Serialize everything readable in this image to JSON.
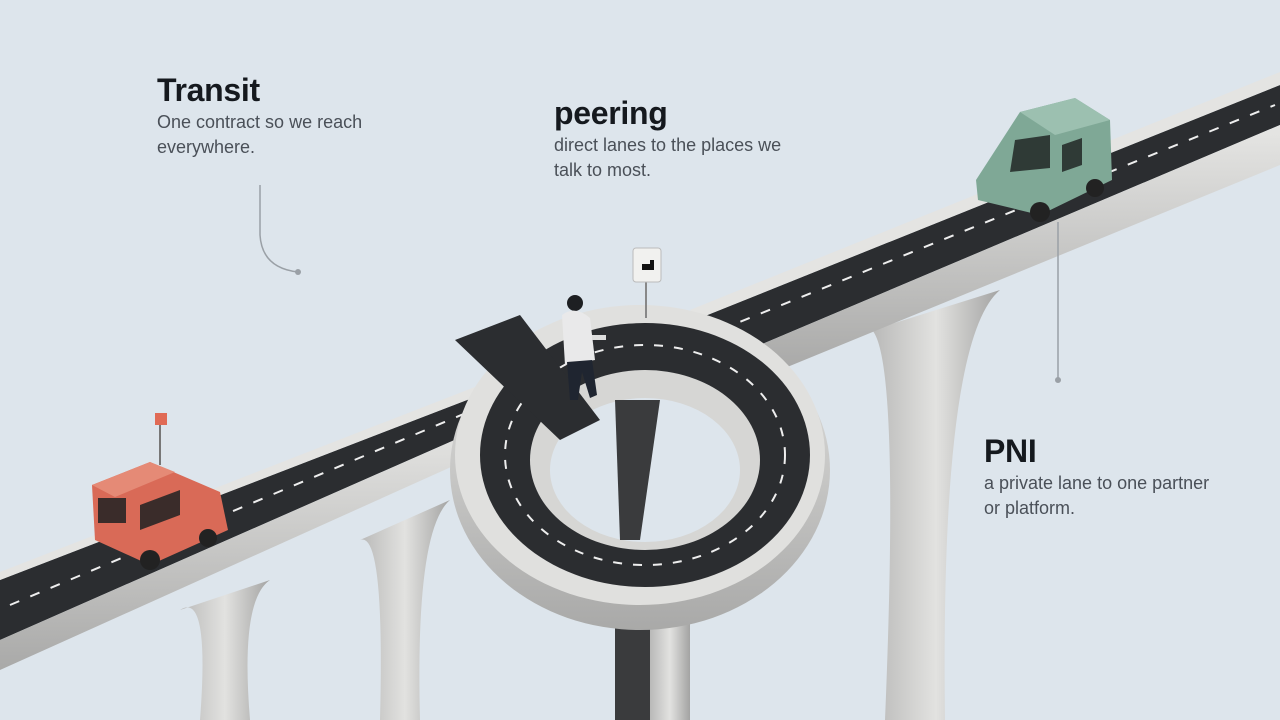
{
  "labels": {
    "transit": {
      "title": "Transit",
      "description": "One contract so we reach everywhere."
    },
    "peering": {
      "title": "peering",
      "description": "direct lanes to the places we talk to most."
    },
    "pni": {
      "title": "PNI",
      "description": "a private lane to one partner or platform."
    }
  },
  "colors": {
    "background": "#dde5ec",
    "road": "#2b2d30",
    "concrete": "#d4d4d2",
    "red_van": "#d96a57",
    "green_truck": "#7fa896",
    "leader_line": "#9aa0a6"
  }
}
